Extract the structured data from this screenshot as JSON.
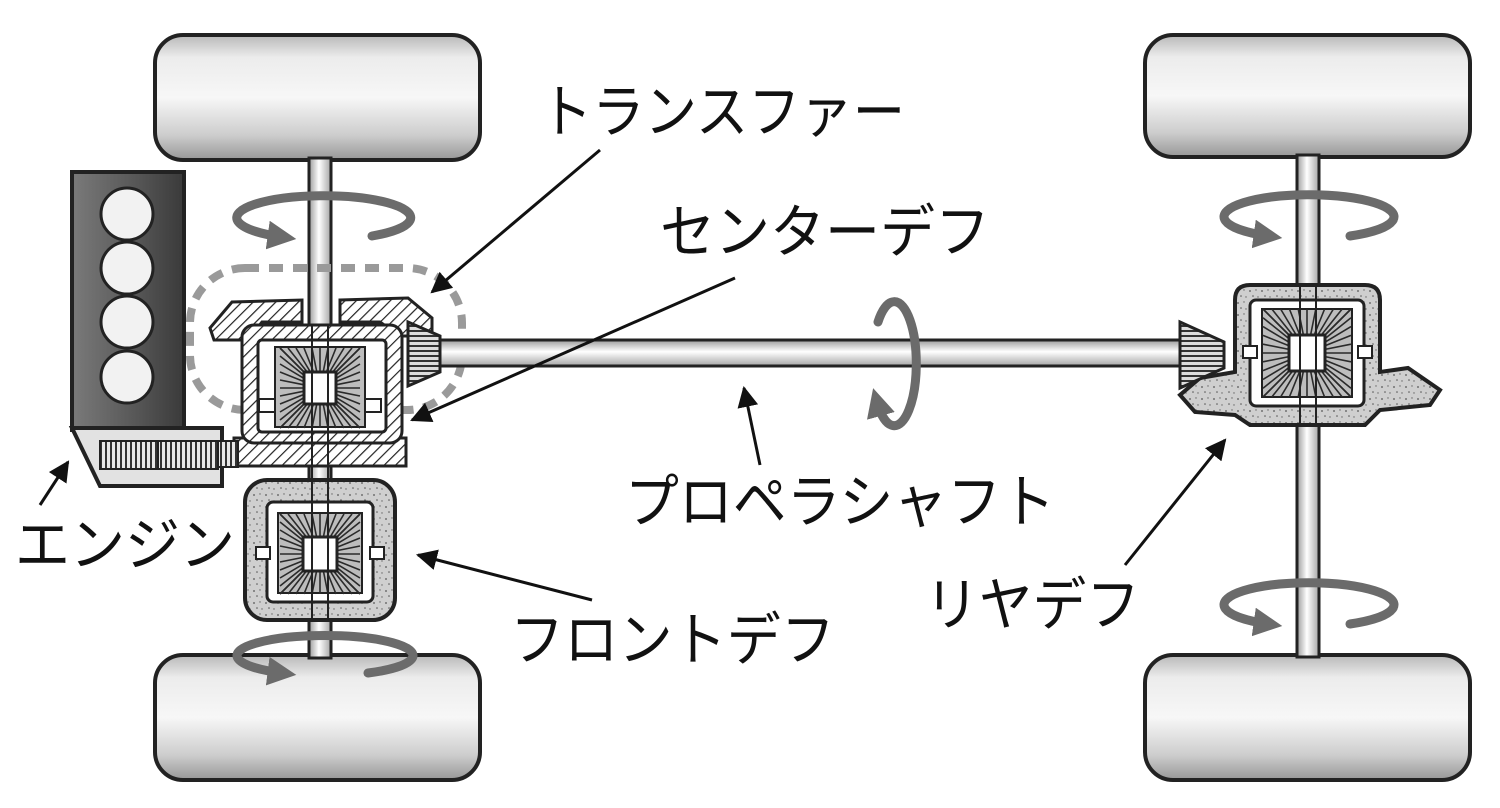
{
  "labels": {
    "transfer": "トランスファー",
    "center_diff": "センターデフ",
    "engine": "エンジン",
    "propeller_shaft": "プロペラシャフト",
    "front_diff": "フロントデフ",
    "rear_diff": "リヤデフ"
  }
}
